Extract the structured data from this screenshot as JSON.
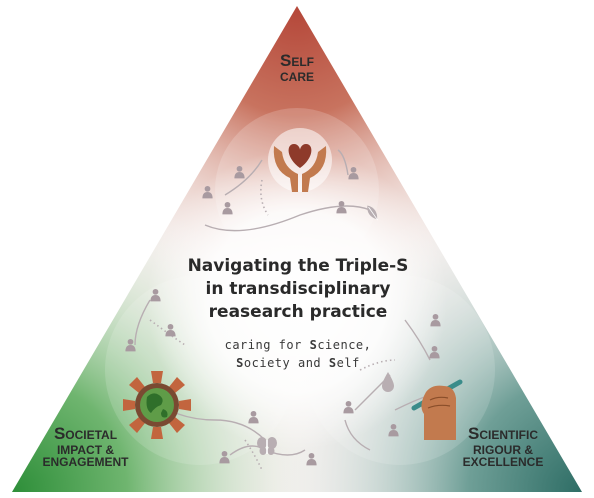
{
  "corners": {
    "top": {
      "cap": "S",
      "line1": "ELF",
      "line2": "CARE"
    },
    "left": {
      "cap": "S",
      "line1": "OCIETAL",
      "line2": "IMPACT &",
      "line3": "ENGAGEMENT"
    },
    "right": {
      "cap": "S",
      "line1": "CIENTIFIC",
      "line2": "RIGOUR &",
      "line3": "EXCELLENCE"
    }
  },
  "title": {
    "line1": "Navigating the Triple-S",
    "line2": "in transdisciplinary",
    "line3": "reasearch practice"
  },
  "subtitle": {
    "line1_pre": "caring for ",
    "line1_cap": "S",
    "line1_post": "cience,",
    "line2_cap1": "S",
    "line2_mid": "ociety and ",
    "line2_cap2": "S",
    "line2_post": "elf"
  },
  "colors": {
    "top": "#b5483a",
    "left": "#3f9a48",
    "right": "#3e7a72",
    "center": "#ffffff",
    "icon_person": "#a89aa0",
    "heart": "#8e3a2a",
    "hand": "#c27a4e",
    "globe": "#4d8a3a"
  },
  "icons": [
    "heart-hands-icon",
    "globe-hands-icon",
    "hand-pen-icon",
    "leaf-icon",
    "butterfly-icon",
    "drop-icon",
    "person-icon"
  ]
}
